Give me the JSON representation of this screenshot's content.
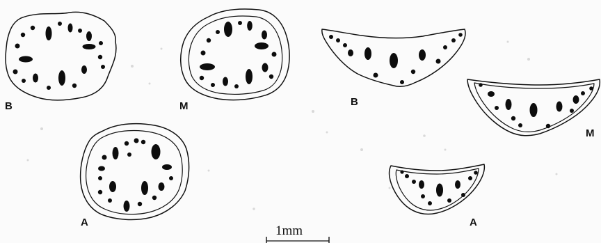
{
  "labels": {
    "round_B": "B",
    "round_M": "M",
    "round_A": "A",
    "cres_B": "B",
    "cres_M": "M",
    "cres_A": "A"
  },
  "scale_bar": {
    "text": "1mm"
  },
  "colors": {
    "ink": "#111111",
    "paper": "#fbfbfb"
  }
}
